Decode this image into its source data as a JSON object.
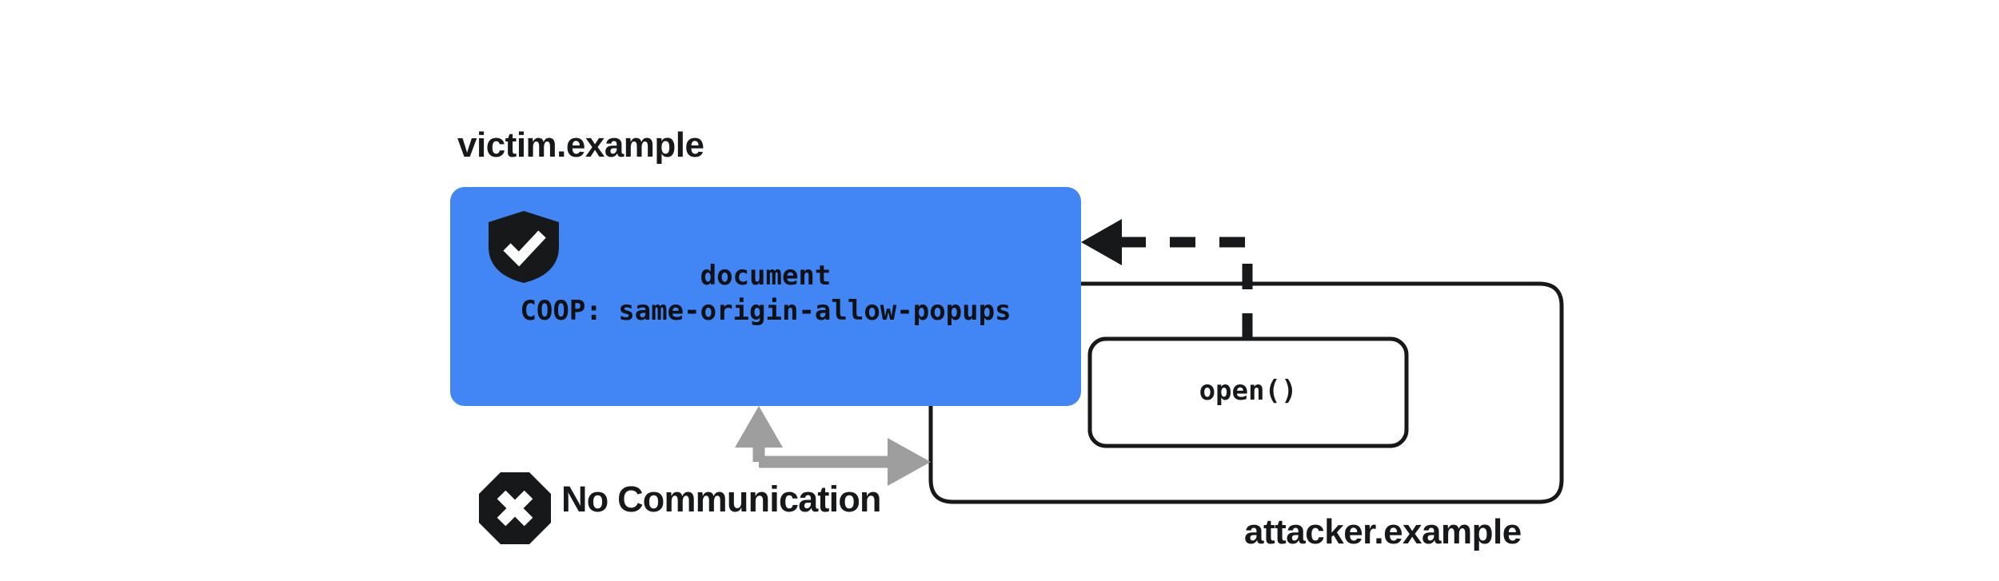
{
  "diagram": {
    "title_victim": "victim.example",
    "title_attacker": "attacker.example",
    "background_color": "#ffffff",
    "accent_color": "#4285f4",
    "stroke_color": "#17181a",
    "arrow_gray": "#9e9e9e"
  },
  "victim": {
    "label": "victim.example",
    "box_color": "#4285f4",
    "icon": "shield-check-icon",
    "document_label": "document",
    "coop_header": "COOP: same-origin-allow-popups"
  },
  "attacker": {
    "label": "attacker.example",
    "popup_call": "open()"
  },
  "annotations": {
    "no_communication": "No Communication",
    "no_communication_icon": "octagon-x-icon"
  }
}
